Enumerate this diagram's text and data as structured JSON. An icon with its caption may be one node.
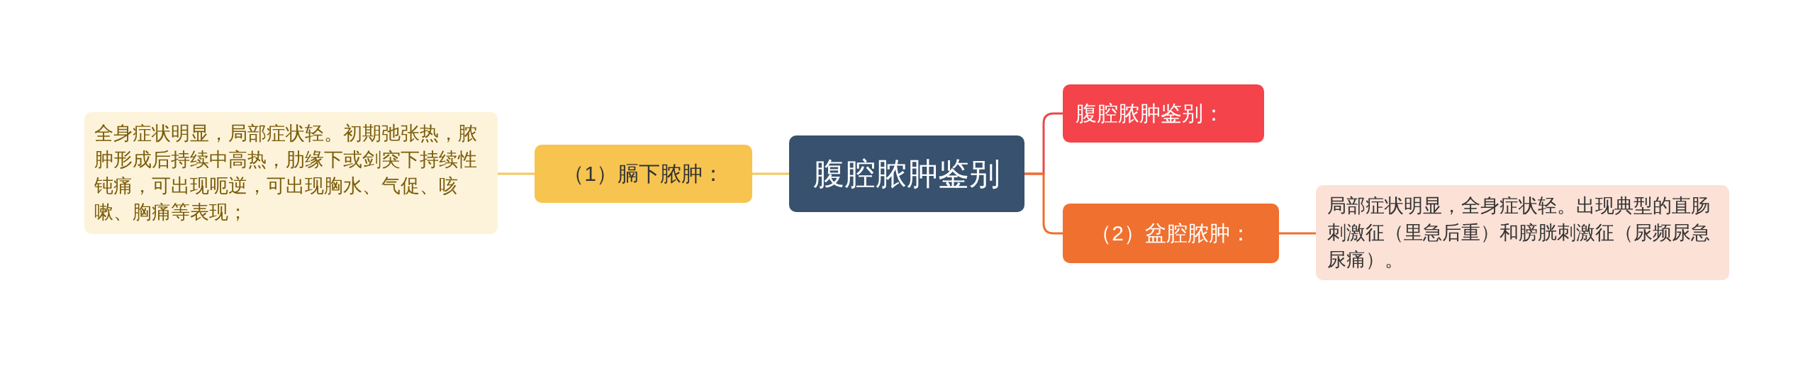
{
  "diagram": {
    "nodes": [
      {
        "text": [
          "腹腔脓肿鉴别"
        ]
      },
      {
        "text": [
          "（1）膈下脓肿："
        ]
      },
      {
        "text": [
          "全身症状明显，局部症状轻。初期弛张热，脓肿形成后持续中高热，肋缘下或剑突下持续性钝痛，可出现呃逆，可出现胸水、气促、咳嗽、胸痛等表现；"
        ]
      },
      {
        "text": [
          "腹腔脓肿鉴别："
        ]
      },
      {
        "text": [
          "（2）盆腔脓肿："
        ]
      },
      {
        "text": [
          "局部症状明显，全身症状轻。出现典型的直肠刺激征（里急后重）和膀胱刺激征（尿频尿急尿痛）。"
        ]
      }
    ],
    "edges": [
      {
        "from": 0,
        "to": 1,
        "arrow": "none",
        "color": "#f5c85a"
      },
      {
        "from": 1,
        "to": 2,
        "arrow": "none",
        "color": "#f5c85a"
      },
      {
        "from": 0,
        "to": 3,
        "arrow": "none",
        "color": "#e84a4a"
      },
      {
        "from": 0,
        "to": 4,
        "arrow": "none",
        "color": "#ef6f2e"
      },
      {
        "from": 4,
        "to": 5,
        "arrow": "none",
        "color": "#ef6f2e"
      }
    ]
  }
}
